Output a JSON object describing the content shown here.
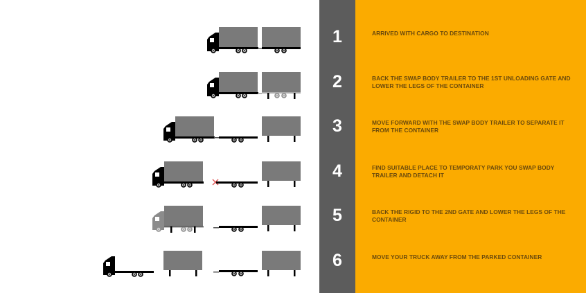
{
  "colors": {
    "number_column": "#5c5c5c",
    "text_panel": "#fbab00",
    "step_text": "#6b4a0c",
    "truck_black": "#000000",
    "container_gray": "#7a7a7a",
    "faded_gray": "#8f8f8f",
    "detach_marker": "#e05a5a"
  },
  "steps": [
    {
      "number": "1",
      "text": "ARRIVED WITH CARGO TO DESTINATION"
    },
    {
      "number": "2",
      "text": "BACK THE SWAP BODY TRAILER TO THE 1ST UNLOADING GATE AND LOWER THE LEGS OF THE CONTAINER"
    },
    {
      "number": "3",
      "text": "MOVE FORWARD WITH THE SWAP BODY TRAILER TO SEPARATE IT FROM THE CONTAINER"
    },
    {
      "number": "4",
      "text": "FIND SUITABLE PLACE TO TEMPORATY PARK YOU SWAP BODY TRAILER AND DETACH IT"
    },
    {
      "number": "5",
      "text": "BACK THE RIGID TO THE 2ND GATE AND LOWER THE LEGS OF THE CONTAINER"
    },
    {
      "number": "6",
      "text": "MOVE YOUR TRUCK AWAY FROM THE PARKED CONTAINER"
    }
  ],
  "illustrations": [
    {
      "step": "1",
      "icons": [
        "truck-with-swap-body",
        "drawbar-trailer-with-swap-body"
      ]
    },
    {
      "step": "2",
      "icons": [
        "truck-with-swap-body",
        "drawbar-trailer-with-container-legs-lowered"
      ]
    },
    {
      "step": "3",
      "icons": [
        "truck-with-swap-body",
        "empty-drawbar-trailer",
        "parked-container-on-legs"
      ]
    },
    {
      "step": "4",
      "icons": [
        "truck-with-swap-body",
        "detached-trailer-marker",
        "empty-drawbar-trailer",
        "parked-container-on-legs"
      ]
    },
    {
      "step": "5",
      "icons": [
        "faded-truck-with-container-legs-lowered",
        "empty-drawbar-trailer",
        "parked-container-on-legs"
      ]
    },
    {
      "step": "6",
      "icons": [
        "empty-rigid-truck",
        "parked-container-on-legs",
        "empty-drawbar-trailer",
        "parked-container-on-legs"
      ]
    }
  ]
}
